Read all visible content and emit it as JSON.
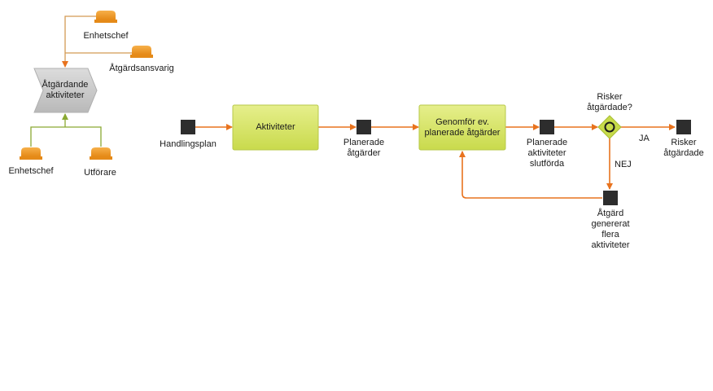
{
  "colors": {
    "flow": "#e8731e",
    "context": "#d39a55",
    "context_arrow_up": "#8aa933",
    "activity_fill": "#d6e46a",
    "activity_border": "#b7c84a",
    "event_fill": "#2d2d2d",
    "role_fill": "#f09b2a",
    "gateway_fill": "#c7db4a",
    "process_fill": "#c9c9c9"
  },
  "context": {
    "roles_top": [
      {
        "label": "Enhetschef",
        "icon": "role-icon"
      },
      {
        "label": "Åtgärdsansvarig",
        "icon": "role-icon"
      }
    ],
    "process": {
      "label": "Åtgärdande\naktiviteter",
      "icon": "process-interface-icon"
    },
    "roles_bottom": [
      {
        "label": "Enhetschef",
        "icon": "role-icon"
      },
      {
        "label": "Utförare",
        "icon": "role-icon"
      }
    ]
  },
  "flow": {
    "events": {
      "start": "Handlingsplan",
      "planned": "Planerade\nåtgärder",
      "completed": "Planerade\naktiviteter\nslutförda",
      "risks_done": "Risker\nåtgärdade",
      "generated": "Åtgärd\ngenererat\nflera\naktiviteter"
    },
    "activities": {
      "first": "Aktiviteter",
      "second": "Genomför ev.\nplanerade åtgärder"
    },
    "gateway": {
      "question": "Risker\nåtgärdade?",
      "icon": "xor-gateway-icon"
    },
    "branches": {
      "yes": "JA",
      "no": "NEJ"
    }
  }
}
